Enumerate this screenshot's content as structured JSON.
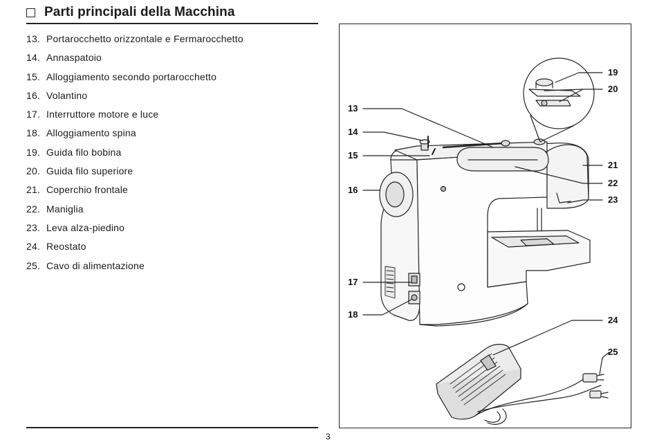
{
  "header": {
    "title": "Parti principali della Macchina"
  },
  "parts": [
    {
      "num": "13.",
      "label": "Portarocchetto orizzontale e Fermarocchetto"
    },
    {
      "num": "14.",
      "label": "Annaspatoio"
    },
    {
      "num": "15.",
      "label": "Alloggiamento secondo portarocchetto"
    },
    {
      "num": "16.",
      "label": "Volantino"
    },
    {
      "num": "17.",
      "label": "Interruttore motore e luce"
    },
    {
      "num": "18.",
      "label": "Alloggiamento spina"
    },
    {
      "num": "19.",
      "label": "Guida filo bobina"
    },
    {
      "num": "20.",
      "label": "Guida filo superiore"
    },
    {
      "num": "21.",
      "label": "Coperchio frontale"
    },
    {
      "num": "22.",
      "label": "Maniglia"
    },
    {
      "num": "23.",
      "label": "Leva alza-piedino"
    },
    {
      "num": "24.",
      "label": "Reostato"
    },
    {
      "num": "25.",
      "label": "Cavo di alimentazione"
    }
  ],
  "figure": {
    "callouts": {
      "c13": "13",
      "c14": "14",
      "c15": "15",
      "c16": "16",
      "c17": "17",
      "c18": "18",
      "c19": "19",
      "c20": "20",
      "c21": "21",
      "c22": "22",
      "c23": "23",
      "c24": "24",
      "c25": "25"
    }
  },
  "footer": {
    "page_number": "3"
  }
}
